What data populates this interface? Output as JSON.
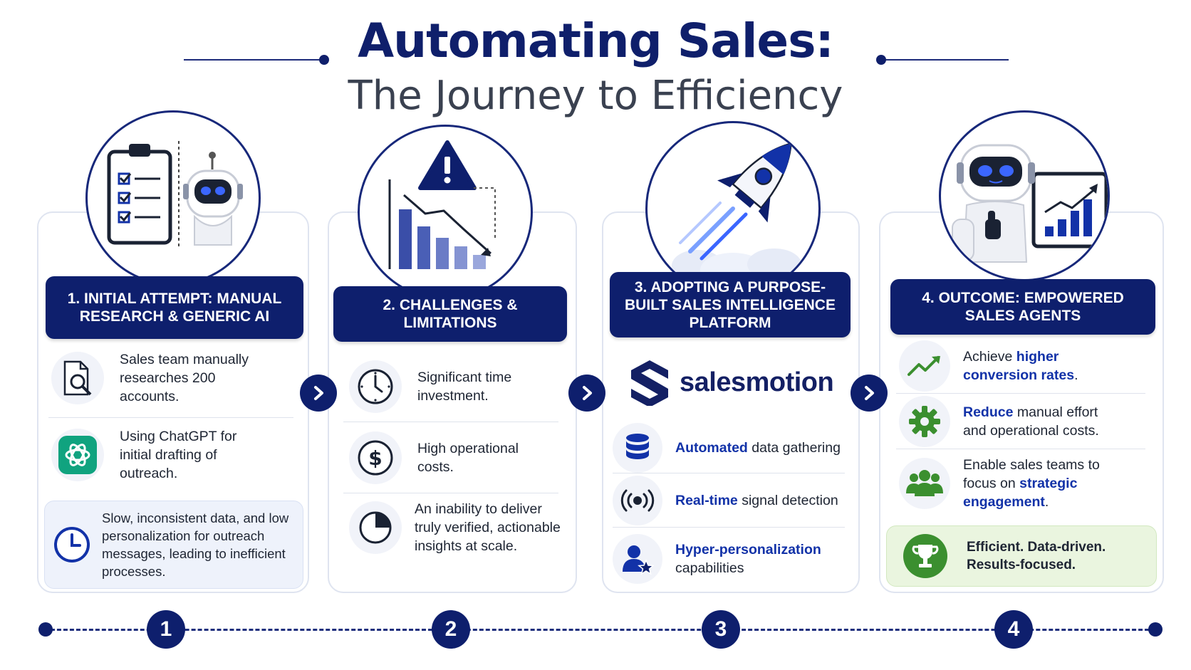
{
  "title": {
    "line1": "Automating Sales:",
    "line2": "The Journey to Efficiency"
  },
  "colors": {
    "navy": "#0e1f6d",
    "highlight": "#1232a8",
    "note_blue": "#eef2fb",
    "note_green": "#eaf5df",
    "success_green": "#3b8f2f"
  },
  "steps": [
    {
      "header": "1. INITIAL ATTEMPT: MANUAL RESEARCH & GENERIC AI",
      "illustration": "clipboard-and-robot-icon",
      "items": [
        {
          "icon": "document-search-icon",
          "text": "Sales team manually researches 200 accounts."
        },
        {
          "icon": "chatgpt-logo-icon",
          "text": "Using ChatGPT for initial drafting of outreach."
        }
      ],
      "note": {
        "icon": "clock-icon",
        "text": "Slow, inconsistent data, and low personalization for outreach messages, leading to inefficient processes."
      }
    },
    {
      "header": "2. CHALLENGES & LIMITATIONS",
      "illustration": "warning-declining-chart-icon",
      "items": [
        {
          "icon": "clock-icon",
          "text": "Significant time investment."
        },
        {
          "icon": "dollar-icon",
          "text": "High operational costs."
        },
        {
          "icon": "pie-icon",
          "text": "An inability to deliver truly verified, actionable insights at scale."
        }
      ]
    },
    {
      "header": "3. ADOPTING A PURPOSE-BUILT SALES INTELLIGENCE PLATFORM",
      "illustration": "rocket-icon",
      "brand": "salesmotion",
      "items": [
        {
          "icon": "database-icon",
          "hl": "Automated",
          "rest": " data gathering"
        },
        {
          "icon": "signal-icon",
          "hl": "Real-time",
          "rest": " signal detection"
        },
        {
          "icon": "user-star-icon",
          "hl": "Hyper-personalization",
          "rest": "capabilities"
        }
      ]
    },
    {
      "header": "4. OUTCOME: EMPOWERED SALES AGENTS",
      "illustration": "robot-with-chart-icon",
      "items": [
        {
          "icon": "trend-up-icon",
          "pre": "Achieve ",
          "hl": "higher conversion rates",
          "post": "."
        },
        {
          "icon": "gear-icon",
          "hl": "Reduce",
          "post": " manual effort and operational costs."
        },
        {
          "icon": "team-icon",
          "pre": "Enable sales teams to focus on ",
          "hl": "strategic engagement",
          "post": "."
        }
      ],
      "note": {
        "icon": "trophy-icon",
        "text": "Efficient. Data-driven. Results-focused."
      }
    }
  ],
  "timeline": [
    "1",
    "2",
    "3",
    "4"
  ]
}
